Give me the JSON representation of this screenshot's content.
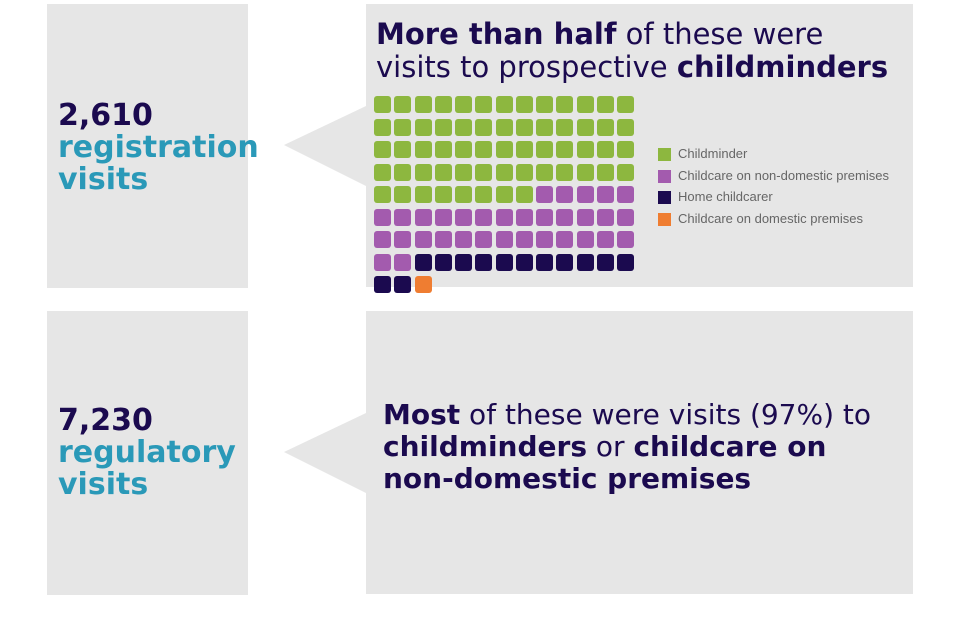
{
  "registration": {
    "number": "2,610",
    "label_line1": "registration",
    "label_line2": "visits"
  },
  "regulatory": {
    "number": "7,230",
    "label_line1": "regulatory",
    "label_line2": "visits",
    "headline_bold1": "Most",
    "headline_text1": " of these were visits (97%) to",
    "headline_bold2": "childminders",
    "headline_text2": " or ",
    "headline_bold3": "childcare on",
    "headline_bold4": "non-domestic premises"
  },
  "waffle_headline": {
    "bold1": "More than half",
    "text1": " of these were",
    "text2": "visits to prospective ",
    "bold2": "childminders"
  },
  "chart_data": {
    "type": "waffle",
    "series": [
      {
        "name": "Childminder",
        "count": 60,
        "color": "#8db73f"
      },
      {
        "name": "Childcare on non-domestic premises",
        "count": 33,
        "color": "#a35bae"
      },
      {
        "name": "Home childcarer",
        "count": 13,
        "color": "#1b0a4f"
      },
      {
        "name": "Childcare on domestic premises",
        "count": 1,
        "color": "#ef7d31"
      }
    ]
  }
}
